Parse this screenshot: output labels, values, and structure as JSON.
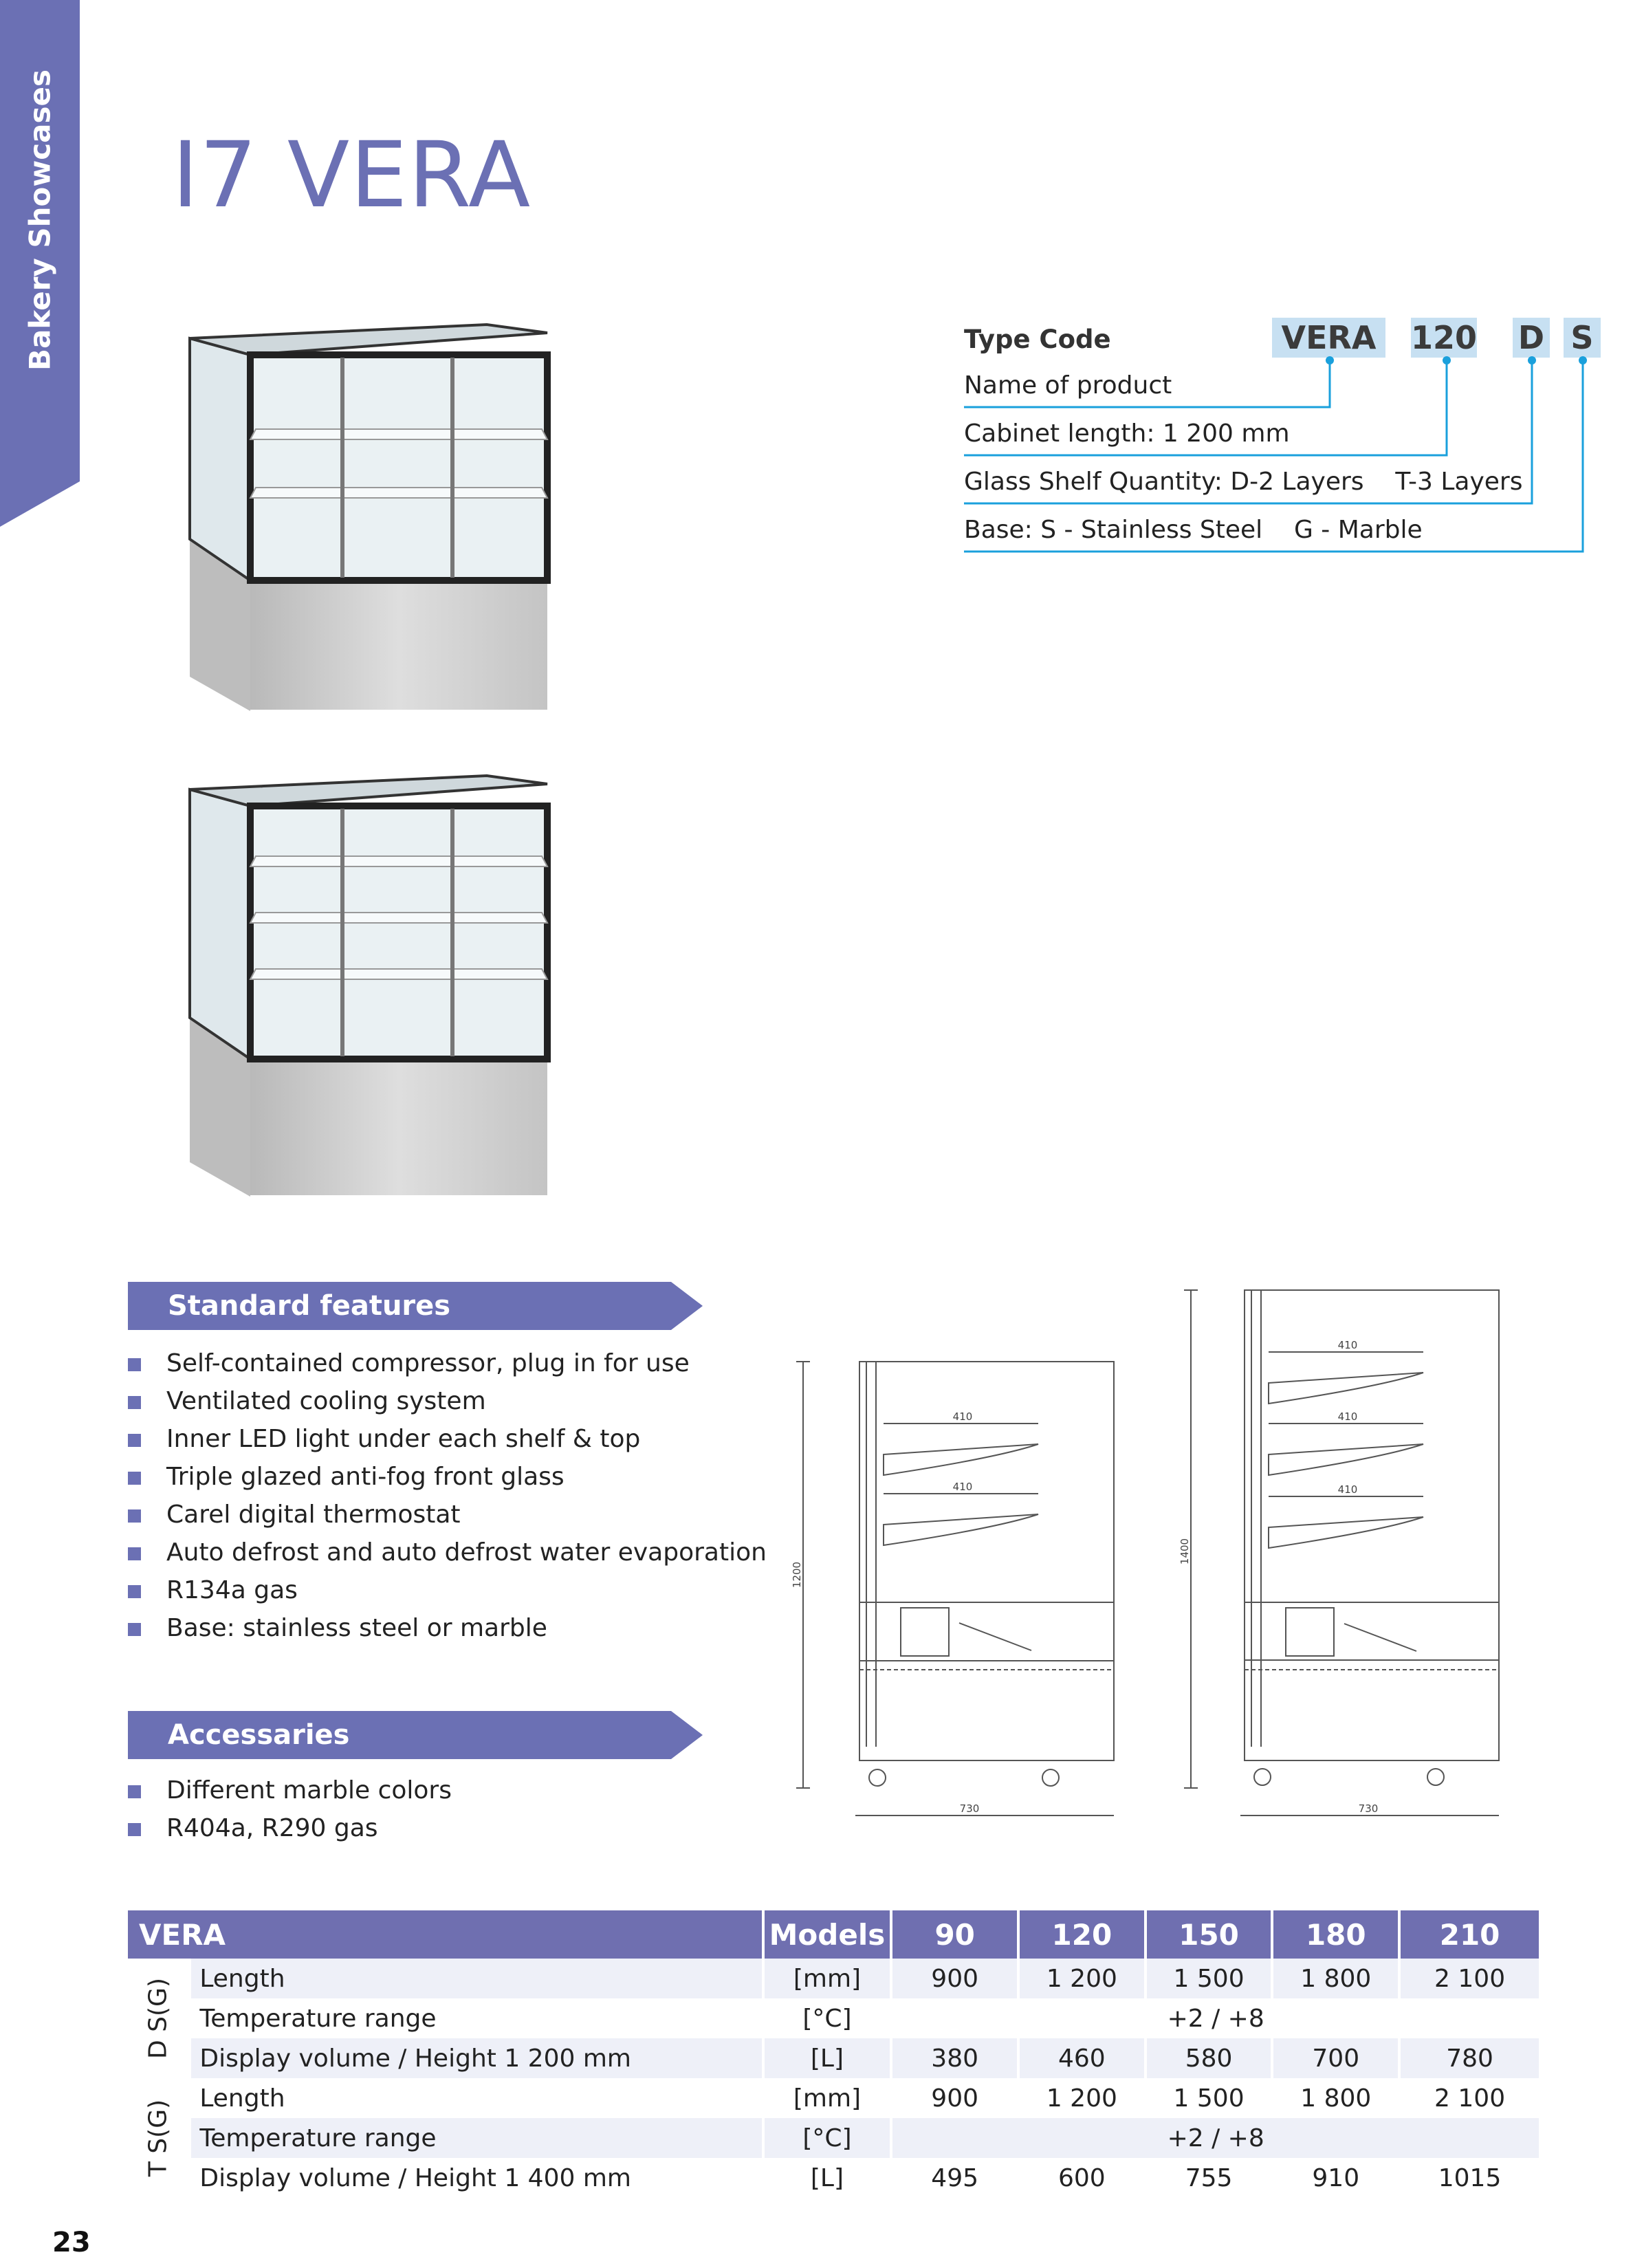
{
  "side_tab": {
    "label": "Bakery Showcases",
    "color": "#6b70b4"
  },
  "title": "I7 VERA",
  "type_code": {
    "label": "Type Code",
    "codes": [
      "VERA",
      "120",
      "D",
      "S"
    ],
    "lines": [
      "Name of product",
      "Cabinet length: 1 200 mm",
      "Glass Shelf Quantity: D-2 Layers    T-3 Layers",
      "Base: S - Stainless Steel    G - Marble"
    ]
  },
  "standard_features": {
    "title": "Standard features",
    "items": [
      "Self-contained compressor, plug in for use",
      "Ventilated cooling system",
      "Inner LED light under each shelf & top",
      "Triple glazed anti-fog front glass",
      "Carel digital thermostat",
      "Auto defrost and auto defrost water evaporation",
      "R134a gas",
      "Base: stainless steel or marble"
    ]
  },
  "accessories": {
    "title": "Accessaries",
    "items": [
      "Different marble colors",
      "R404a, R290 gas"
    ]
  },
  "drawings": {
    "left": {
      "height": "1200",
      "depth": "730",
      "shelves": [
        "410",
        "410"
      ]
    },
    "right": {
      "height": "1400",
      "depth": "730",
      "shelves": [
        "410",
        "410",
        "410"
      ]
    }
  },
  "spec_table": {
    "name": "VERA",
    "models_label": "Models",
    "models": [
      "90",
      "120",
      "150",
      "180",
      "210"
    ],
    "groups": [
      {
        "label": "D S(G)",
        "rows": [
          {
            "param": "Length",
            "unit": "[mm]",
            "values": [
              "900",
              "1 200",
              "1 500",
              "1 800",
              "2 100"
            ]
          },
          {
            "param": "Temperature range",
            "unit": "[°C]",
            "merged": "+2 / +8"
          },
          {
            "param": "Display volume / Height 1 200 mm",
            "unit": "[L]",
            "values": [
              "380",
              "460",
              "580",
              "700",
              "780"
            ]
          }
        ]
      },
      {
        "label": "T S(G)",
        "rows": [
          {
            "param": "Length",
            "unit": "[mm]",
            "values": [
              "900",
              "1 200",
              "1 500",
              "1 800",
              "2 100"
            ]
          },
          {
            "param": "Temperature range",
            "unit": "[°C]",
            "merged": "+2 / +8"
          },
          {
            "param": "Display volume / Height 1 400 mm",
            "unit": "[L]",
            "values": [
              "495",
              "600",
              "755",
              "910",
              "1015"
            ]
          }
        ]
      }
    ]
  },
  "page_number": "23",
  "colors": {
    "accent": "#6b70b4",
    "code_box": "#c7e0f2",
    "leader_line": "#1aa0dc"
  }
}
